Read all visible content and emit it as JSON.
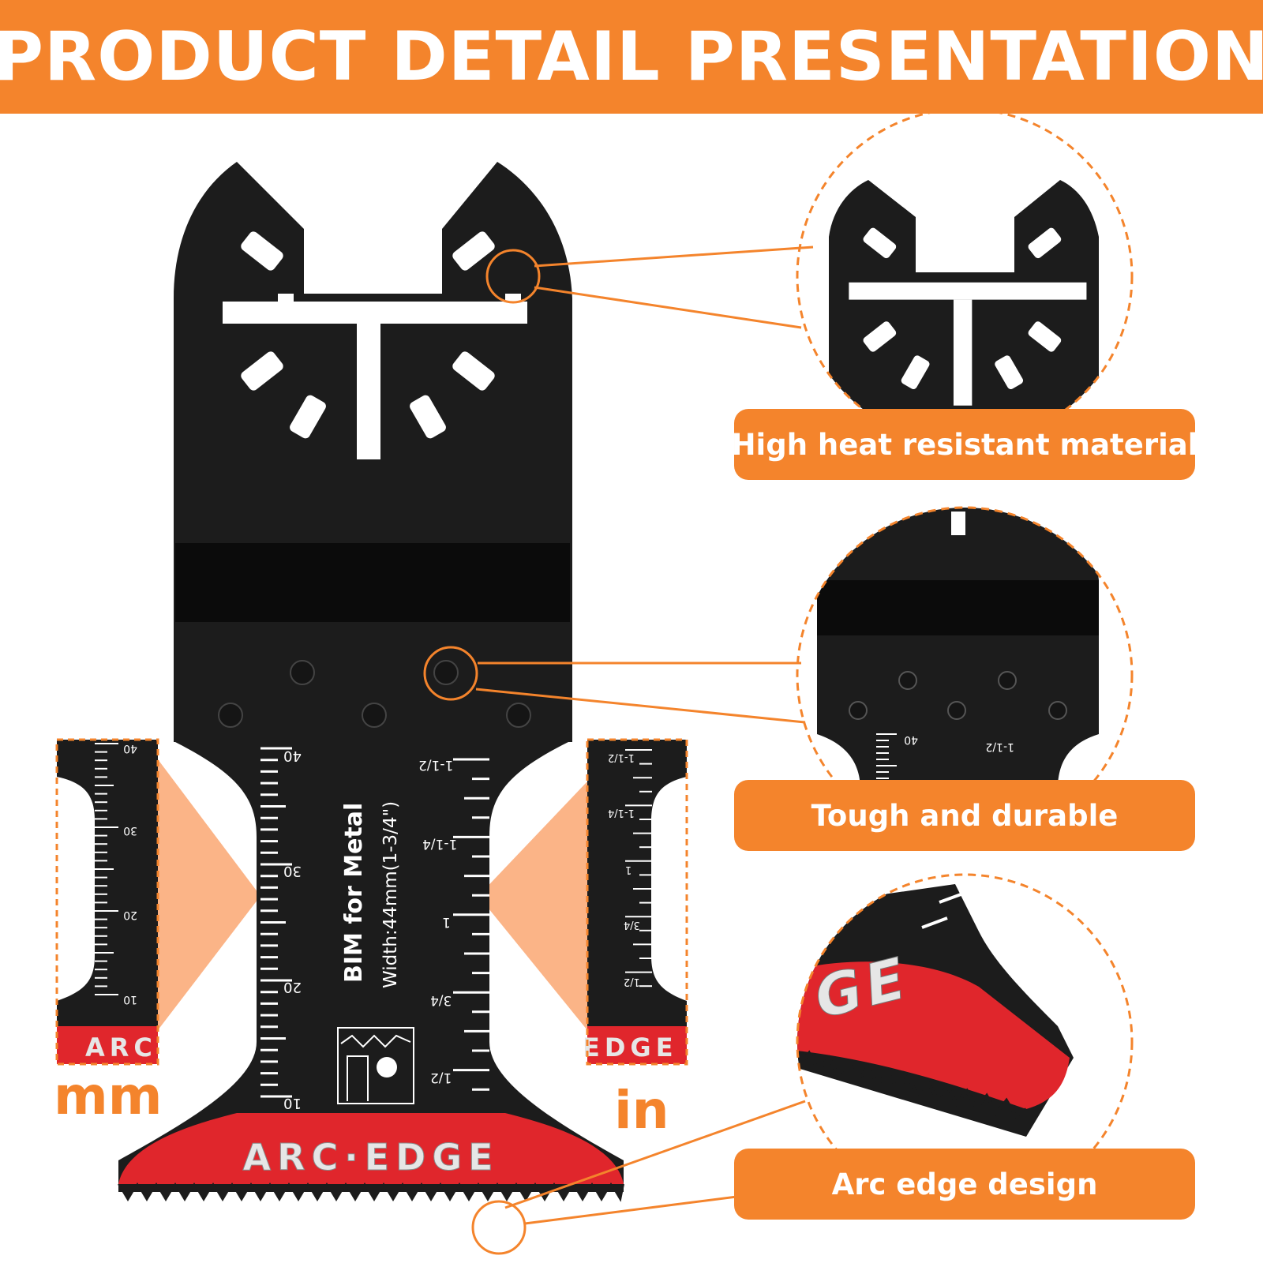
{
  "banner": {
    "title": "PRODUCT DETAIL PRESENTATION"
  },
  "blade": {
    "model_text": "BIM for Metal",
    "width_text": "Width:44mm(1-3/4\")",
    "edge_text": "ARC·EDGE",
    "mm_ticks": [
      "40",
      "30",
      "20",
      "10"
    ],
    "inch_ticks": [
      "1-1/2",
      "1-1/4",
      "1",
      "3/4",
      "1/2"
    ]
  },
  "left_zoom": {
    "edge_text": "ARC",
    "ticks": [
      "40",
      "30",
      "20",
      "10"
    ],
    "unit_label": "mm"
  },
  "right_zoom": {
    "edge_text": "EDGE",
    "ticks": [
      "1-1/2",
      "1-1/4",
      "1",
      "3/4",
      "1/2"
    ],
    "unit_label": "in"
  },
  "features": [
    {
      "label": "High heat resistant material"
    },
    {
      "label": "Tough and durable"
    },
    {
      "label": "Arc edge design"
    }
  ],
  "detail_2": {
    "ticks": [
      "40",
      "1-1/2"
    ]
  },
  "detail_3": {
    "edge_text": "GE"
  },
  "colors": {
    "accent": "#f4842c",
    "blade": "#1c1c1c",
    "edge_red": "#e0262c",
    "light_orange": "#fbb487"
  }
}
